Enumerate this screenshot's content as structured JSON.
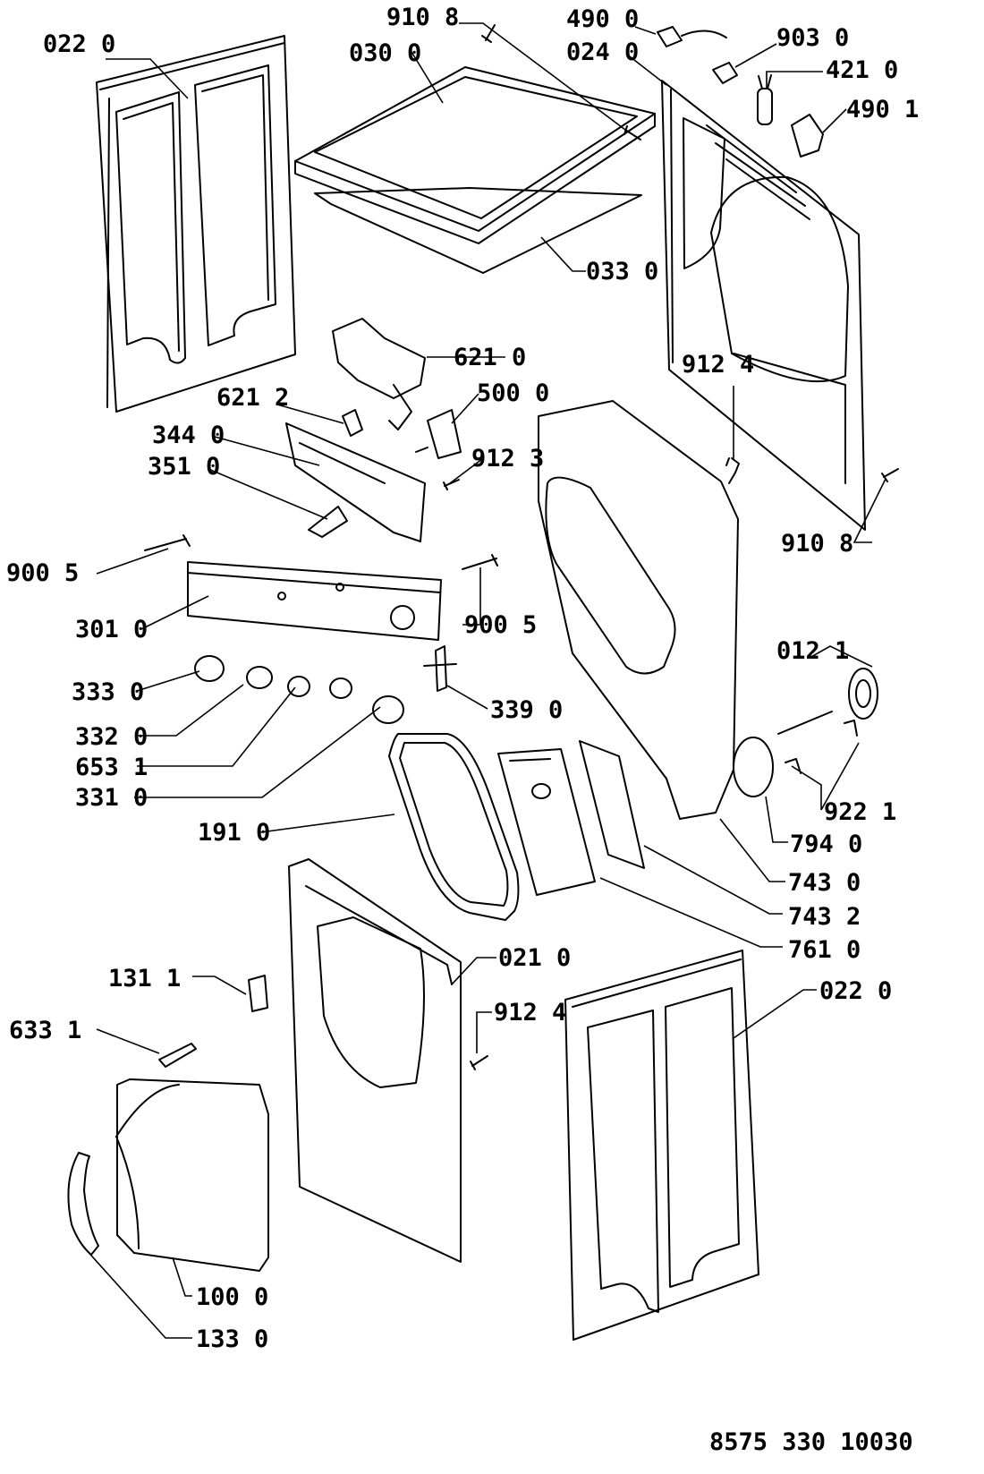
{
  "document_number": "8575 330 10030",
  "labels": [
    "022 0",
    "030 0",
    "910 8",
    "490 0",
    "903 0",
    "024 0",
    "421 0",
    "490 1",
    "033 0",
    "621 0",
    "621 2",
    "500 0",
    "344 0",
    "912 3",
    "351 0",
    "912 4",
    "910 8",
    "900 5",
    "301 0",
    "900 5",
    "012 1",
    "333 0",
    "339 0",
    "332 0",
    "653 1",
    "331 0",
    "922 1",
    "191 0",
    "794 0",
    "743 0",
    "743 2",
    "761 0",
    "021 0",
    "022 0",
    "131 1",
    "912 4",
    "633 1",
    "100 0",
    "133 0"
  ]
}
